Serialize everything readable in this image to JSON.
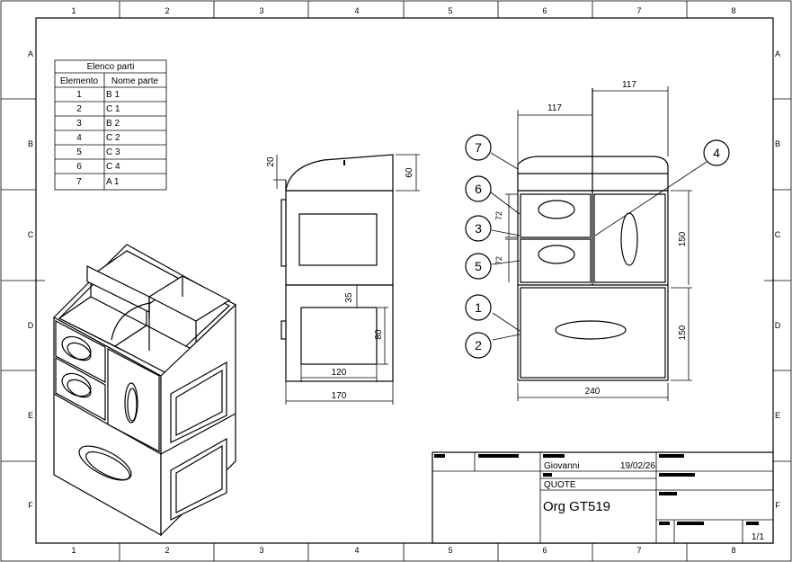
{
  "border": {
    "columns": [
      "1",
      "2",
      "3",
      "4",
      "5",
      "6",
      "7",
      "8"
    ],
    "rows": [
      "A",
      "B",
      "C",
      "D",
      "E",
      "F"
    ]
  },
  "parts_list": {
    "title": "Elenco parti",
    "headers": [
      "Elemento",
      "Nome parte"
    ],
    "rows": [
      [
        "1",
        "B 1"
      ],
      [
        "2",
        "C 1"
      ],
      [
        "3",
        "B 2"
      ],
      [
        "4",
        "C 2"
      ],
      [
        "5",
        "C 3"
      ],
      [
        "6",
        "C 4"
      ],
      [
        "7",
        "A 1"
      ]
    ]
  },
  "side_view": {
    "dims": {
      "lid_height": "20",
      "top_height": "60",
      "drawer_offset": "35",
      "drawer_height": "80",
      "drawer_width": "120",
      "overall_width": "170"
    }
  },
  "front_view": {
    "dims": {
      "left_width": "117",
      "right_width": "117",
      "upper_height": "150",
      "lower_height": "150",
      "overall_width": "240",
      "small_72_top": "72",
      "small_72_bottom": "72"
    },
    "balloons": [
      "7",
      "6",
      "3",
      "5",
      "1",
      "2",
      "4"
    ]
  },
  "title_block": {
    "author": "Giovanni",
    "date": "19/02/26",
    "note": "QUOTE",
    "drawing_title": "Org GT519",
    "sheet": "1/1"
  },
  "colors": {
    "line": "#000000",
    "paper": "#ffffff"
  }
}
